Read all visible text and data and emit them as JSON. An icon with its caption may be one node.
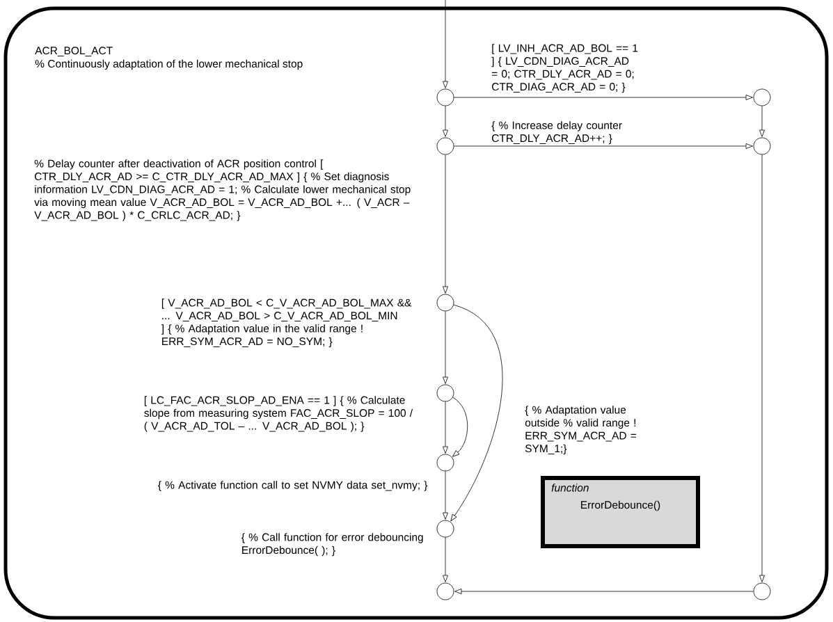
{
  "diagram": {
    "nodes": [
      {
        "text": [
          "ACR_BOL_ACT",
          "% Continuously adaptation of the lower mechanical stop"
        ]
      },
      {
        "text": [],
        "shape": "circle",
        "in": 0
      },
      {
        "text": [],
        "shape": "circle",
        "in": 0
      },
      {
        "text": [],
        "shape": "circle",
        "in": 0
      },
      {
        "text": [],
        "shape": "circle",
        "in": 0
      },
      {
        "text": [],
        "shape": "circle",
        "in": 0
      },
      {
        "text": [],
        "shape": "circle",
        "in": 0
      },
      {
        "text": [],
        "shape": "circle",
        "in": 0
      },
      {
        "text": [],
        "shape": "circle",
        "in": 0
      },
      {
        "text": [],
        "shape": "circle",
        "in": 0
      },
      {
        "text": [],
        "shape": "circle",
        "in": 0
      },
      {
        "text": [
          "function",
          "ErrorDebounce()"
        ],
        "in": 0
      }
    ],
    "edges": [
      {
        "from": null,
        "to": 1,
        "arrow": "to"
      },
      {
        "from": 1,
        "to": 2,
        "arrow": "to",
        "label": "[ LV_INH_ACR_AD_BOL == 1 ] { LV_CDN_DIAG_ACR_AD = 0; CTR_DLY_ACR_AD = 0; CTR_DIAG_ACR_AD = 0; }"
      },
      {
        "from": 1,
        "to": 3,
        "arrow": "to"
      },
      {
        "from": 2,
        "to": 4,
        "arrow": "to"
      },
      {
        "from": 3,
        "to": 4,
        "arrow": "to",
        "label": "{ % Increase delay counter CTR_DLY_ACR_AD++; }"
      },
      {
        "from": 4,
        "to": 10,
        "arrow": "to"
      },
      {
        "from": 3,
        "to": 5,
        "arrow": "to",
        "label": "% Delay counter after deactivation of ACR position control [ CTR_DLY_ACR_AD >= C_CTR_DLY_ACR_AD_MAX ] { % Set diagnosis information LV_CDN_DIAG_ACR_AD = 1; % Calculate lower mechanical stop via moving mean value V_ACR_AD_BOL = V_ACR_AD_BOL +... ( V_ACR – V_ACR_AD_BOL ) * C_CRLC_ACR_AD; }"
      },
      {
        "from": 5,
        "to": 6,
        "arrow": "to",
        "label": "[ V_ACR_AD_BOL < C_V_ACR_AD_BOL_MAX && ... V_ACR_AD_BOL > C_V_ACR_AD_BOL_MIN ] { % Adaptation value in the valid range ! ERR_SYM_ACR_AD = NO_SYM; }"
      },
      {
        "from": 5,
        "to": 8,
        "arrow": "to",
        "label": "{ % Adaptation value outside % valid range ! ERR_SYM_ACR_AD = SYM_1;}"
      },
      {
        "from": 6,
        "to": 7,
        "arrow": "to",
        "label": "[ LC_FAC_ACR_SLOP_AD_ENA == 1 ] { % Calculate slope from measuring system FAC_ACR_SLOP = 100 / ( V_ACR_AD_TOL – ... V_ACR_AD_BOL ); }"
      },
      {
        "from": 6,
        "to": 7,
        "arrow": "to"
      },
      {
        "from": 7,
        "to": 8,
        "arrow": "to",
        "label": "{ % Activate function call to set NVMY data set_nvmy; }"
      },
      {
        "from": 8,
        "to": 9,
        "arrow": "to",
        "label": "{ % Call function for error debouncing ErrorDebounce( ); }"
      },
      {
        "from": 10,
        "to": 9,
        "arrow": "to"
      }
    ]
  }
}
